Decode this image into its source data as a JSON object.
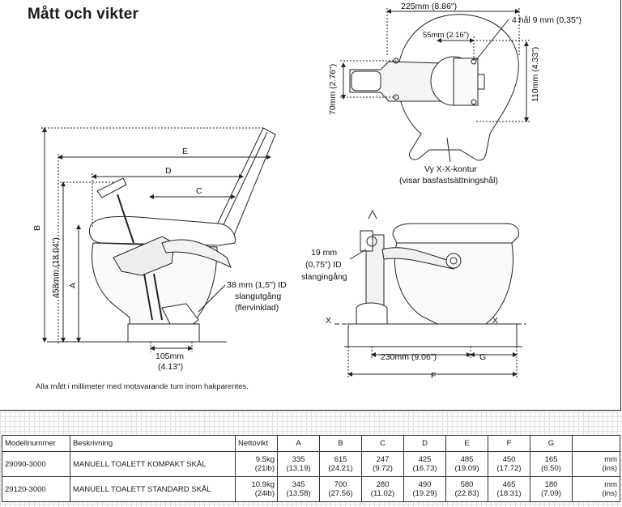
{
  "title": "Mått och vikter",
  "footnote": "Alla mått i millimeter med motsvarande tum inom hakparentes.",
  "labels": {
    "top_width": "225mm (8.86\")",
    "holes": "4 hål 9 mm (0,35\")",
    "inner": "55mm (2.16\")",
    "height_left": "70mm (2.76\")",
    "height_right": "110mm (4.33\")",
    "view_line1": "Vy X-X-kontur",
    "view_line2": "(visar basfastsättningshål)",
    "dim_e": "E",
    "dim_d": "D",
    "dim_c": "C",
    "dim_b": "B",
    "dim_a": "A",
    "height_458": "458mm (18.04\")",
    "outlet_line1": "38 mm (1,5\") ID",
    "outlet_line2": "slangutgång",
    "outlet_line3": "(flervinklad)",
    "base_line1": "105mm",
    "base_line2": "(4.13\")",
    "inlet_line1": "19 mm",
    "inlet_line2": "(0,75\") ID",
    "inlet_line3": "slangingång",
    "x_left": "X",
    "x_right": "X",
    "width_230": "230mm (9.06\")",
    "dim_g": "G",
    "dim_f": "F"
  },
  "table": {
    "headers": [
      "Modellnummer",
      "Beskrivning",
      "Nettovikt",
      "A",
      "B",
      "C",
      "D",
      "E",
      "F",
      "G",
      ""
    ],
    "rows": [
      {
        "model": "29090-3000",
        "description": "MANUELL TOALETT KOMPAKT SKÅL",
        "weight": [
          "9.5kg",
          "(21lb)"
        ],
        "A": [
          "335",
          "(13.19)"
        ],
        "B": [
          "615",
          "(24.21)"
        ],
        "C": [
          "247",
          "(9.72)"
        ],
        "D": [
          "425",
          "(16.73)"
        ],
        "E": [
          "485",
          "(19.09)"
        ],
        "F": [
          "450",
          "(17.72)"
        ],
        "G": [
          "165",
          "(6.50)"
        ],
        "unit": [
          "mm",
          "(ins)"
        ]
      },
      {
        "model": "29120-3000",
        "description": "MANUELL TOALETT STANDARD SKÅL",
        "weight": [
          "10.9kg",
          "(24lb)"
        ],
        "A": [
          "345",
          "(13.58)"
        ],
        "B": [
          "700",
          "(27.56)"
        ],
        "C": [
          "280",
          "(11.02)"
        ],
        "D": [
          "490",
          "(19.29)"
        ],
        "E": [
          "580",
          "(22.83)"
        ],
        "F": [
          "465",
          "(18.31)"
        ],
        "G": [
          "180",
          "(7.09)"
        ],
        "unit": [
          "mm",
          "(ins)"
        ]
      }
    ]
  }
}
